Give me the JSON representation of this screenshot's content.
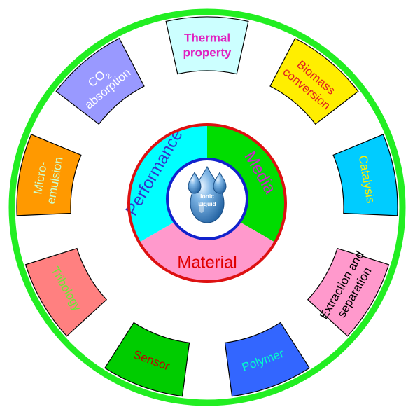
{
  "segments": [
    {
      "label": "Thermal property",
      "lines": [
        "Thermal",
        "property"
      ],
      "fill": "#ccffff",
      "text_color": "#e020c0",
      "bold": true
    },
    {
      "label": "Biomass conversion",
      "lines": [
        "Biomass",
        "conversion"
      ],
      "fill": "#ffee00",
      "text_color": "#e02020",
      "bold": false
    },
    {
      "label": "Catalysis",
      "lines": [
        "Catalysis"
      ],
      "fill": "#00ccff",
      "text_color": "#ffee00",
      "bold": false
    },
    {
      "label": "Extraction and separation",
      "lines": [
        "Extraction and",
        "separation"
      ],
      "fill": "#ff99cc",
      "text_color": "#000000",
      "bold": false
    },
    {
      "label": "Polymer",
      "lines": [
        "Polymer"
      ],
      "fill": "#3366ff",
      "text_color": "#00ffcc",
      "bold": false
    },
    {
      "label": "Sensor",
      "lines": [
        "Sensor"
      ],
      "fill": "#00cc00",
      "text_color": "#c00000",
      "bold": false
    },
    {
      "label": "Tribology",
      "lines": [
        "Tribology"
      ],
      "fill": "#ff8080",
      "text_color": "#66ee33",
      "bold": false
    },
    {
      "label": "Micro-emulsion",
      "lines": [
        "Micro-",
        "emulsion"
      ],
      "fill": "#ff9900",
      "text_color": "#ccffcc",
      "bold": false
    },
    {
      "label": "CO2 absorption",
      "lines": [
        "CO",
        "absorption"
      ],
      "subscript": "2",
      "fill": "#9999ff",
      "text_color": "#ffffff",
      "bold": false
    }
  ],
  "core": {
    "sectors": [
      {
        "label": "Performance",
        "fill": "#00ffff",
        "text_color": "#3333cc"
      },
      {
        "label": "Media",
        "fill": "#00dd00",
        "text_color": "#cc22cc"
      },
      {
        "label": "Material",
        "fill": "#ff99cc",
        "text_color": "#e00000"
      }
    ]
  },
  "drop": {
    "line1": "Ionic",
    "line2": "Liquid"
  },
  "colors": {
    "outer_ring": "#22ee22",
    "core_ring": "#dd1111",
    "center_ring": "#1122cc",
    "separator": "#000000"
  }
}
